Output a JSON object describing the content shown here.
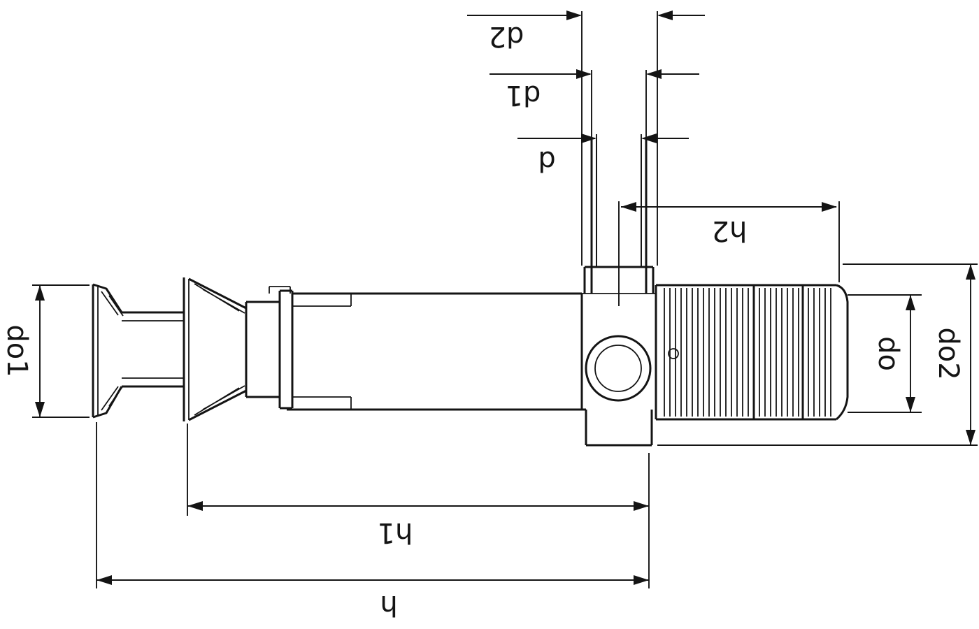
{
  "diagram": {
    "type": "technical-dimension-drawing",
    "description": "Side view of a threaded pipe fitting (angle valve body) with dimension lines; drawing is rotated 180 degrees so dimension labels appear upside down",
    "background_color": "#ffffff",
    "line_color": "#141414",
    "labels": {
      "d2": "d2",
      "d1": "d1",
      "d": "d",
      "h2": "h2",
      "do1": "do1",
      "do": "do",
      "do2": "do2",
      "h1": "h1",
      "h": "h"
    }
  }
}
